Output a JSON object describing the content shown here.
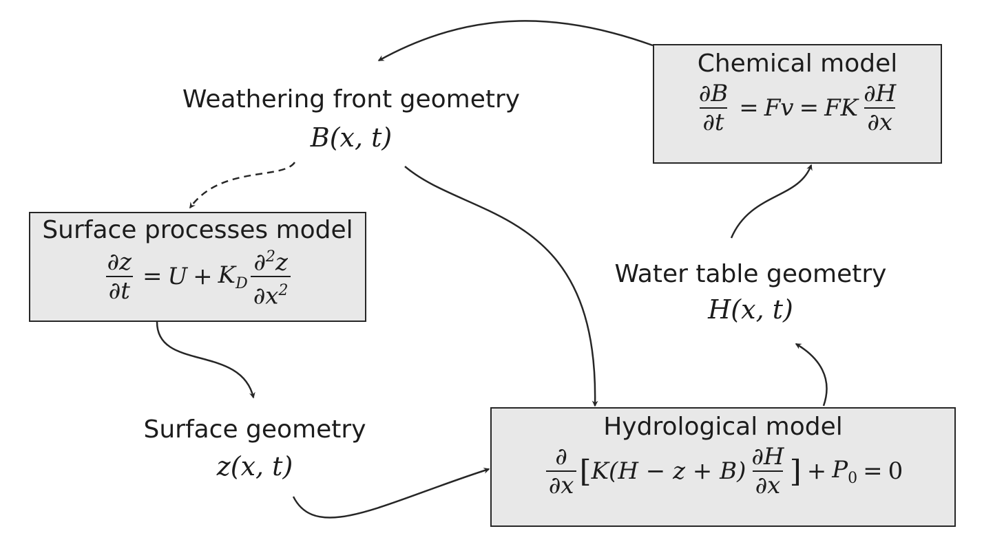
{
  "nodes": {
    "weathering": {
      "title": "Weathering front geometry",
      "var": "B(x, t)"
    },
    "chemical": {
      "title": "Chemical model",
      "eq": {
        "lhs_num": "∂B",
        "lhs_den": "∂t",
        "eq1": "=",
        "mid": "Fv",
        "eq2": "=",
        "coef": "FK",
        "rhs_num": "∂H",
        "rhs_den": "∂x"
      }
    },
    "surface_processes": {
      "title": "Surface processes model",
      "eq": {
        "lhs_num": "∂z",
        "lhs_den": "∂t",
        "eq1": "=",
        "u": "U",
        "plus": "+",
        "kd": "K",
        "kd_sub": "D",
        "rhs_num": "∂",
        "rhs_num_sup": "2",
        "rhs_num_tail": "z",
        "rhs_den": "∂x",
        "rhs_den_sup": "2"
      }
    },
    "water_table": {
      "title": "Water table geometry",
      "var": "H(x, t)"
    },
    "surface": {
      "title": "Surface geometry",
      "var": "z(x, t)"
    },
    "hydrological": {
      "title": "Hydrological model",
      "eq": {
        "d_num": "∂",
        "d_den": "∂x",
        "open": "[",
        "k_term": "K(H − z + B)",
        "h_num": "∂H",
        "h_den": "∂x",
        "close": "]",
        "plus": "+",
        "p": "P",
        "p_sub": "0",
        "eq": "=",
        "zero": "0"
      }
    }
  },
  "edges": [
    {
      "from": "chemical",
      "to": "weathering",
      "style": "solid"
    },
    {
      "from": "weathering",
      "to": "surface_processes",
      "style": "dashed"
    },
    {
      "from": "weathering",
      "to": "hydrological",
      "style": "solid"
    },
    {
      "from": "surface_processes",
      "to": "surface",
      "style": "solid"
    },
    {
      "from": "surface",
      "to": "hydrological",
      "style": "solid"
    },
    {
      "from": "hydrological",
      "to": "water_table",
      "style": "solid"
    },
    {
      "from": "water_table",
      "to": "chemical",
      "style": "solid"
    }
  ],
  "colors": {
    "box_fill": "#e8e8e8",
    "stroke": "#262626",
    "text": "#1c1c1c"
  }
}
